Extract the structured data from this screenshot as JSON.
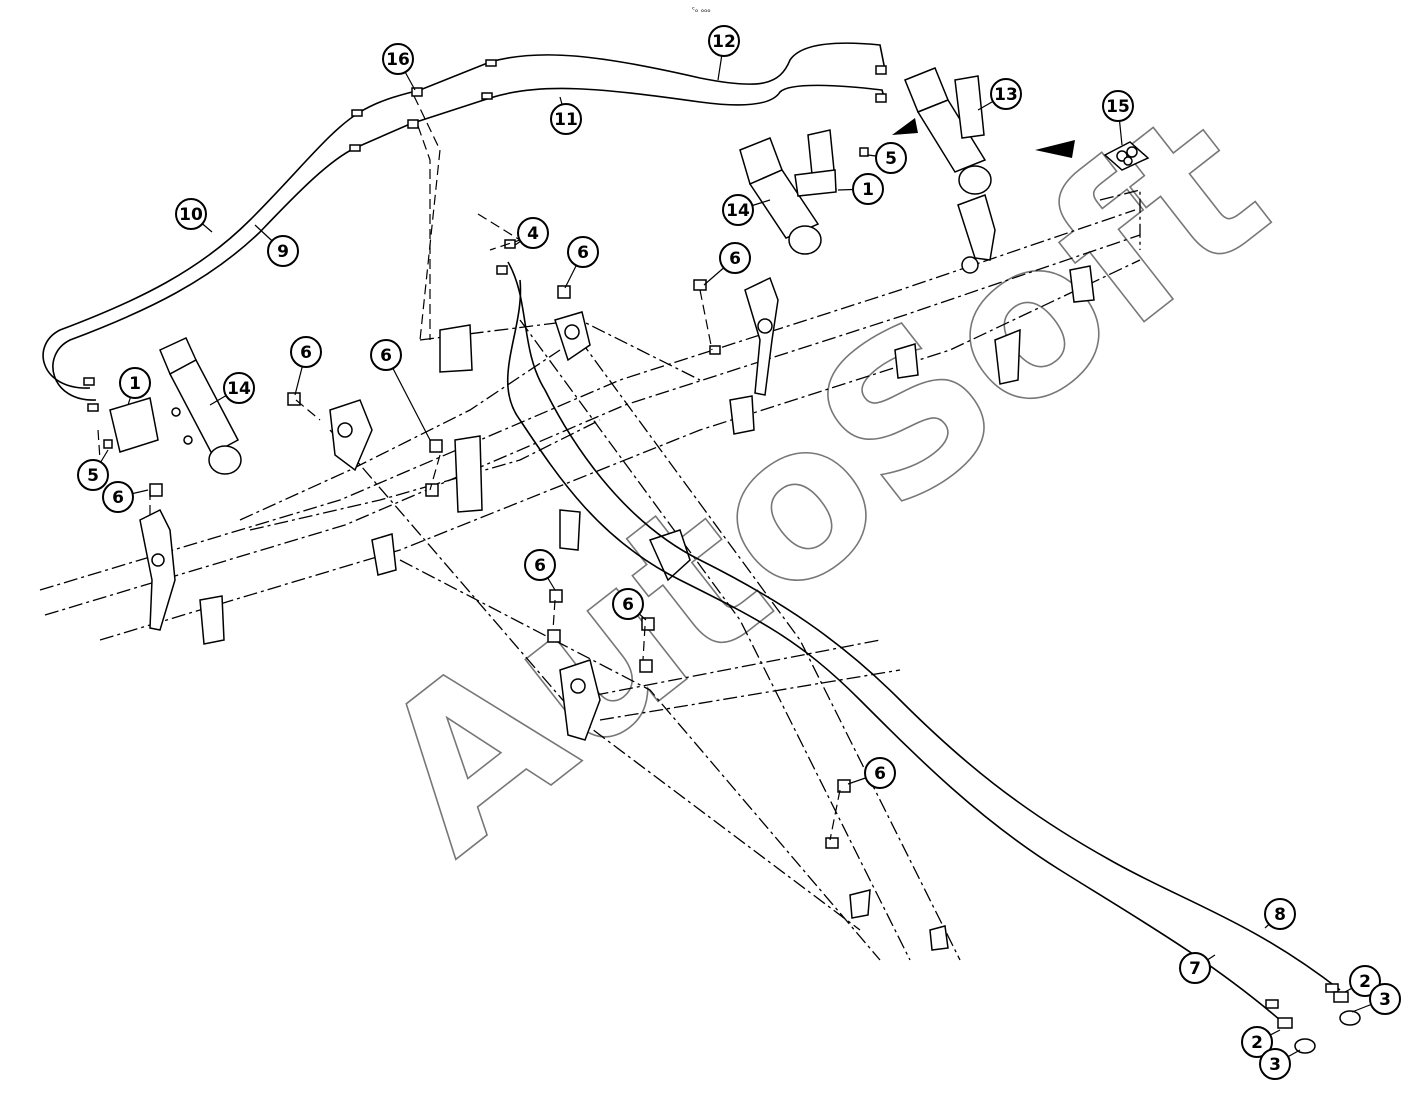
{
  "header_mark": "ᶜₒ ₒₒₒ",
  "watermark": "AutoSoft",
  "callouts": {
    "c1a": "1",
    "c1b": "1",
    "c2a": "2",
    "c2b": "2",
    "c3a": "3",
    "c3b": "3",
    "c4": "4",
    "c5a": "5",
    "c5b": "5",
    "c6a": "6",
    "c6b": "6",
    "c6c": "6",
    "c6d": "6",
    "c6e": "6",
    "c6f": "6",
    "c6g": "6",
    "c6h": "6",
    "c7": "7",
    "c8": "8",
    "c9": "9",
    "c10": "10",
    "c11": "11",
    "c12": "12",
    "c13": "13",
    "c14a": "14",
    "c14b": "14",
    "c15": "15",
    "c16": "16"
  }
}
